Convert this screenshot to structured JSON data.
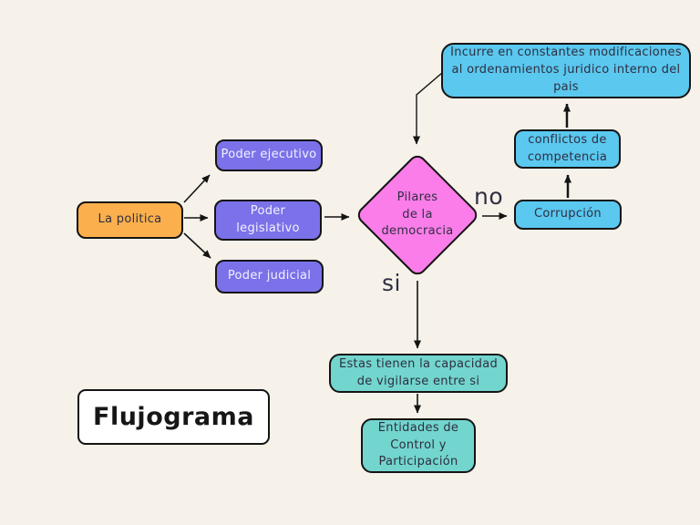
{
  "title": {
    "label": "Flujograma"
  },
  "edge_labels": {
    "no": "no",
    "si": "si"
  },
  "nodes": {
    "la_politica": "La politica",
    "poder_ejecutivo": "Poder ejecutivo",
    "poder_legislativo": "Poder\nlegislativo",
    "poder_judicial": "Poder judicial",
    "pilares_democracia": "Pilares\nde la\ndemocracia",
    "corrupcion": "Corrupción",
    "conflictos_competencia": "conflictos de\ncompetencia",
    "incurre_modificaciones": "Incurre en constantes modificaciones\nal ordenamientos juridico interno del\npais",
    "capacidad_vigilarse": "Estas tienen la capacidad\nde vigilarse entre si",
    "entidades_control": "Entidades de\nControl y\nParticipación"
  },
  "colors": {
    "background": "#f6f1e9",
    "node_orange": "#fbb04d",
    "node_purple": "#7b72e9",
    "node_pink": "#fa7de9",
    "node_blue": "#5ac8ef",
    "node_teal": "#72d5ce",
    "node_white": "#ffffff",
    "stroke": "#141414",
    "text_dark": "#2f2e41",
    "text_light": "#f2f1ff"
  }
}
